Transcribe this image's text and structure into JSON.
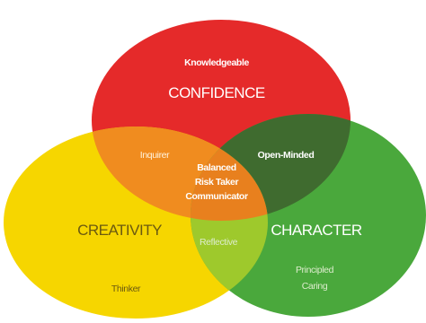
{
  "diagram": {
    "colors": {
      "confidence": "#e52a2a",
      "creativity": "#f6d600",
      "character": "#4aa83c",
      "red_yellow": "#f08c1f",
      "red_green": "#3f6b2f",
      "yellow_green": "#9ec92c",
      "center": "#e8801e",
      "text_light": "#ffffff",
      "text_on_yellow": "#6b5a10",
      "text_on_green": "#dceccc",
      "text_on_orange": "#fff3dd"
    },
    "circles": {
      "confidence": {
        "title": "CONFIDENCE",
        "top_label": "Knowledgeable"
      },
      "creativity": {
        "title": "CREATIVITY",
        "bottom_label": "Thinker"
      },
      "character": {
        "title": "CHARACTER",
        "bottom_label_1": "Principled",
        "bottom_label_2": "Caring"
      }
    },
    "overlaps": {
      "confidence_creativity": "Inquirer",
      "confidence_character": "Open-Minded",
      "creativity_character": "Reflective",
      "center_lines": [
        "Balanced",
        "Risk Taker",
        "Communicator"
      ]
    }
  }
}
